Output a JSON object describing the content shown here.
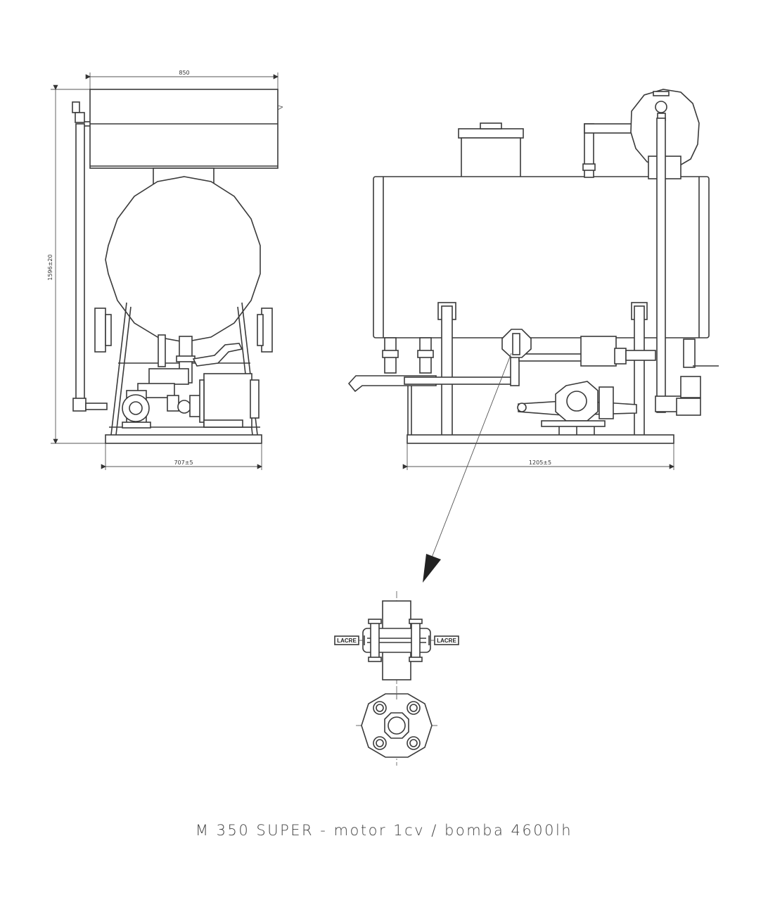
{
  "dimensions": {
    "top_width": "850",
    "height": "1596±20",
    "front_base_width": "707±5",
    "side_base_width": "1205±5"
  },
  "seal_labels": {
    "left": "LACRE",
    "right": "LACRE"
  },
  "caption": "M 350 SUPER - motor 1cv / bomba 4600lh",
  "views": [
    "front-view",
    "side-view",
    "flange-detail-section",
    "flange-detail-face"
  ]
}
